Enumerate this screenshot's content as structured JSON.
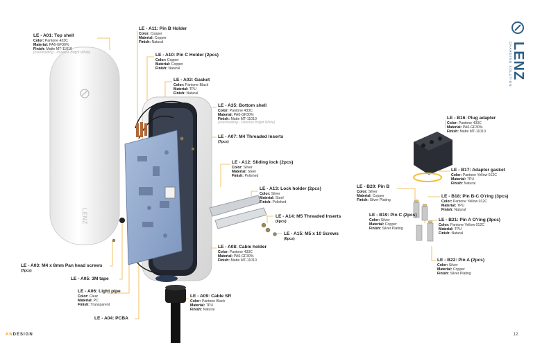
{
  "brand": {
    "name": "LENZ",
    "tagline": "CHARGING SOLUTION",
    "studio_prefix": "AN",
    "studio_suffix": "DESIGN",
    "page_number": "12."
  },
  "colors": {
    "leader": "#f0b43c",
    "blue_board": "#8fa8cc",
    "shell": "#f2f2f2",
    "black": "#1a1a1a",
    "brand": "#2f5f82"
  },
  "labels": {
    "a01": {
      "title": "LE - A01: Top shell",
      "color": "Pantone 433C",
      "material": "PA6-GF30%",
      "finish": "Matte MT-11010",
      "note": "(overmolding - Pantone Bright White)"
    },
    "a11": {
      "title": "LE - A11: Pin B Holder",
      "color": "Copper",
      "material": "Copper",
      "finish": "Natural"
    },
    "a10": {
      "title": "LE - A10: Pin C Holder (2pcs)",
      "color": "Copper",
      "material": "Copper",
      "finish": "Natural"
    },
    "a02": {
      "title": "LE - A02: Gasket",
      "color": "Pantone Black",
      "material": "TPU",
      "finish": "Natural"
    },
    "a35": {
      "title": "LE - A35: Bottom shell",
      "color": "Pantone 433C",
      "material": "PA6-GF30%",
      "finish": "Matte MT-11010",
      "note": "(overmolding - Pantone Bright White)"
    },
    "a07": {
      "title": "LE - A07: M4 Threaded Inserts",
      "qty": "(7pcs)"
    },
    "a12": {
      "title": "LE - A12: Sliding lock (2pcs)",
      "color": "Silver",
      "material": "Steel",
      "finish": "Polished"
    },
    "a13": {
      "title": "LE - A13: Lock holder (2pcs)",
      "color": "Silver",
      "material": "Steel",
      "finish": "Polished"
    },
    "a14": {
      "title": "LE - A14: M5 Threaded Inserts",
      "qty": "(6pcs)"
    },
    "a15": {
      "title": "LE - A15: M5 x 10 Screws",
      "qty": "(6pcs)"
    },
    "a08": {
      "title": "LE - A08: Cable holder",
      "color": "Pantone 433C",
      "material": "PA6-GF30%",
      "finish": "Matte MT-11010"
    },
    "a09": {
      "title": "LE - A09: Cable SR",
      "color": "Pantone Black",
      "material": "TPU",
      "finish": "Natural"
    },
    "a03": {
      "title": "LE - A03: M4 x 8mm Pan head screws",
      "qty": "(7pcs)"
    },
    "a05": {
      "title": "LE - A05: 3M tape"
    },
    "a06": {
      "title": "LE - A06: Light pipe",
      "color": "Clear",
      "material": "PC",
      "finish": "Transparent"
    },
    "a04": {
      "title": "LE - A04: PCBA"
    },
    "b16": {
      "title": "LE - B16: Plug adapter",
      "color": "Pantone 433C",
      "material": "PA6-GF30%",
      "finish": "Matte MT-11010"
    },
    "b17": {
      "title": "LE - B17: Adapter gasket",
      "color": "Pantone Yellow 012C",
      "material": "TPU",
      "finish": "Natural"
    },
    "b20": {
      "title": "LE - B20: Pin B",
      "color": "Silver",
      "material": "Copper",
      "finish": "Silver Plating"
    },
    "b18": {
      "title": "LE - B18: Pin B-C O'ring (3pcs)",
      "color": "Pantone Yellow 012C",
      "material": "TPU",
      "finish": "Natural"
    },
    "b19": {
      "title": "LE - B19: Pin C (2pcs)",
      "color": "Silver",
      "material": "Copper",
      "finish": "Silver Plating"
    },
    "b21": {
      "title": "LE - B21: Pin A O'ring (3pcs)",
      "color": "Pantone Yellow 012C",
      "material": "TPU",
      "finish": "Natural"
    },
    "b22": {
      "title": "LE - B22: Pin A (2pcs)",
      "color": "Silver",
      "material": "Copper",
      "finish": "Silver Plating"
    }
  },
  "row_labels": {
    "color": "Color:",
    "material": "Material:",
    "finish": "Finish:"
  }
}
